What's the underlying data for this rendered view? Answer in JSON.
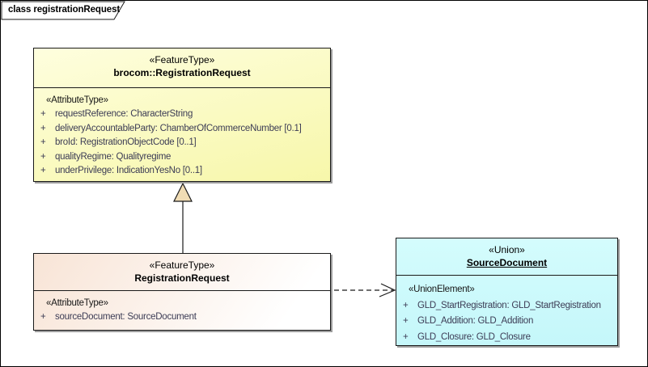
{
  "diagram": {
    "frame_label": "class registrationRequest"
  },
  "colors": {
    "canvas-bg": "#ffffff",
    "shadow": "#9d9d9d",
    "yellow-light": "#fefede",
    "yellow-dark": "#f7f7aa",
    "peach": "#f8e4d6",
    "peach-fade": "#ffffff",
    "cyan-light": "#d4fcfd",
    "cyan-dark": "#c5f7fa",
    "header-text": "#000000",
    "attr-text": "#3c3c55",
    "triangle-fill": "#f0dcb4",
    "line": "#1a1a1a"
  },
  "classes": [
    {
      "stereotype": "«FeatureType»",
      "name": "brocom::RegistrationRequest",
      "section_stereotype": "«AttributeType»",
      "attributes": [
        {
          "vis": "+",
          "label": "requestReference: CharacterString"
        },
        {
          "vis": "+",
          "label": "deliveryAccountableParty: ChamberOfCommerceNumber [0.1]"
        },
        {
          "vis": "+",
          "label": "broId: RegistrationObjectCode [0..1]"
        },
        {
          "vis": "+",
          "label": "qualityRegime: Qualityregime"
        },
        {
          "vis": "+",
          "label": "underPrivilege: IndicationYesNo [0..1]"
        }
      ]
    },
    {
      "stereotype": "«FeatureType»",
      "name": "RegistrationRequest",
      "section_stereotype": "«AttributeType»",
      "attributes": [
        {
          "vis": "+",
          "label": "sourceDocument: SourceDocument"
        }
      ]
    },
    {
      "stereotype": "«Union»",
      "name": "SourceDocument",
      "section_stereotype": "«UnionElement»",
      "attributes": [
        {
          "vis": "+",
          "label": "GLD_StartRegistration: GLD_StartRegistration"
        },
        {
          "vis": "+",
          "label": "GLD_Addition: GLD_Addition"
        },
        {
          "vis": "+",
          "label": "GLD_Closure: GLD_Closure"
        }
      ]
    }
  ],
  "relations": [
    {
      "type": "generalization",
      "from": "RegistrationRequest",
      "to": "brocom::RegistrationRequest"
    },
    {
      "type": "dependency",
      "from": "RegistrationRequest",
      "to": "SourceDocument"
    }
  ]
}
